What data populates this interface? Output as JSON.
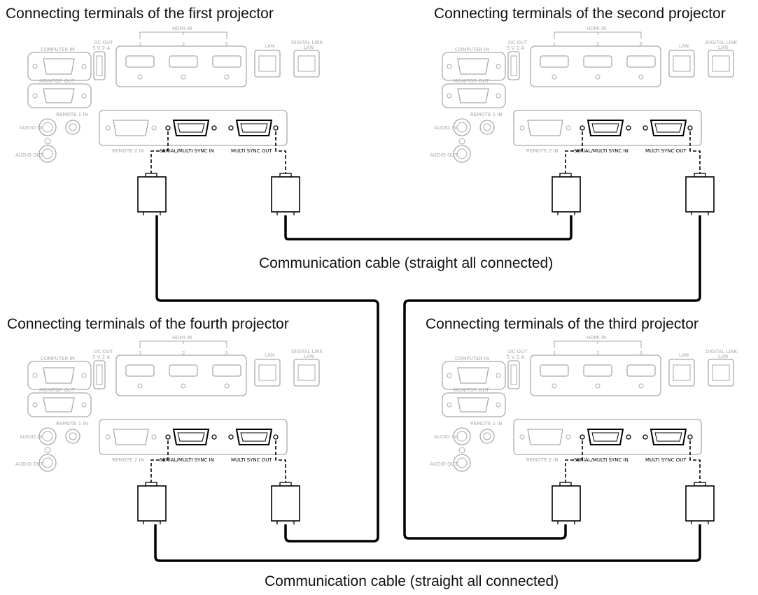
{
  "projectors": {
    "first": {
      "title": "Connecting terminals of the first projector"
    },
    "second": {
      "title": "Connecting terminals of the second projector"
    },
    "third": {
      "title": "Connecting terminals of the third projector"
    },
    "fourth": {
      "title": "Connecting terminals of the fourth projector"
    }
  },
  "terminals": {
    "computer_in": "COMPUTER IN",
    "monitor_out": "MONITOR OUT",
    "dc_out_1": "DC OUT",
    "dc_out_2": "5 V  2 A",
    "hdmi_in": "HDMI IN",
    "hdmi_1": "1",
    "hdmi_2": "2",
    "hdmi_3": "3",
    "lan": "LAN",
    "digital_link_1": "DIGITAL LINK",
    "digital_link_2": "LAN",
    "remote1_in": "REMOTE 1 IN",
    "audio_in": "AUDIO IN",
    "audio_out": "AUDIO OUT",
    "remote2_in": "REMOTE 2 IN",
    "serial_multi_sync_in": "SERIAL/MULTI SYNC IN",
    "multi_sync_out": "MULTI SYNC OUT"
  },
  "cables": {
    "top_label": "Communication cable (straight all connected)",
    "bottom_label": "Communication cable (straight all connected)"
  },
  "colors": {
    "faded": "#aaaaaa",
    "active": "#000000",
    "cable": "#000000"
  }
}
